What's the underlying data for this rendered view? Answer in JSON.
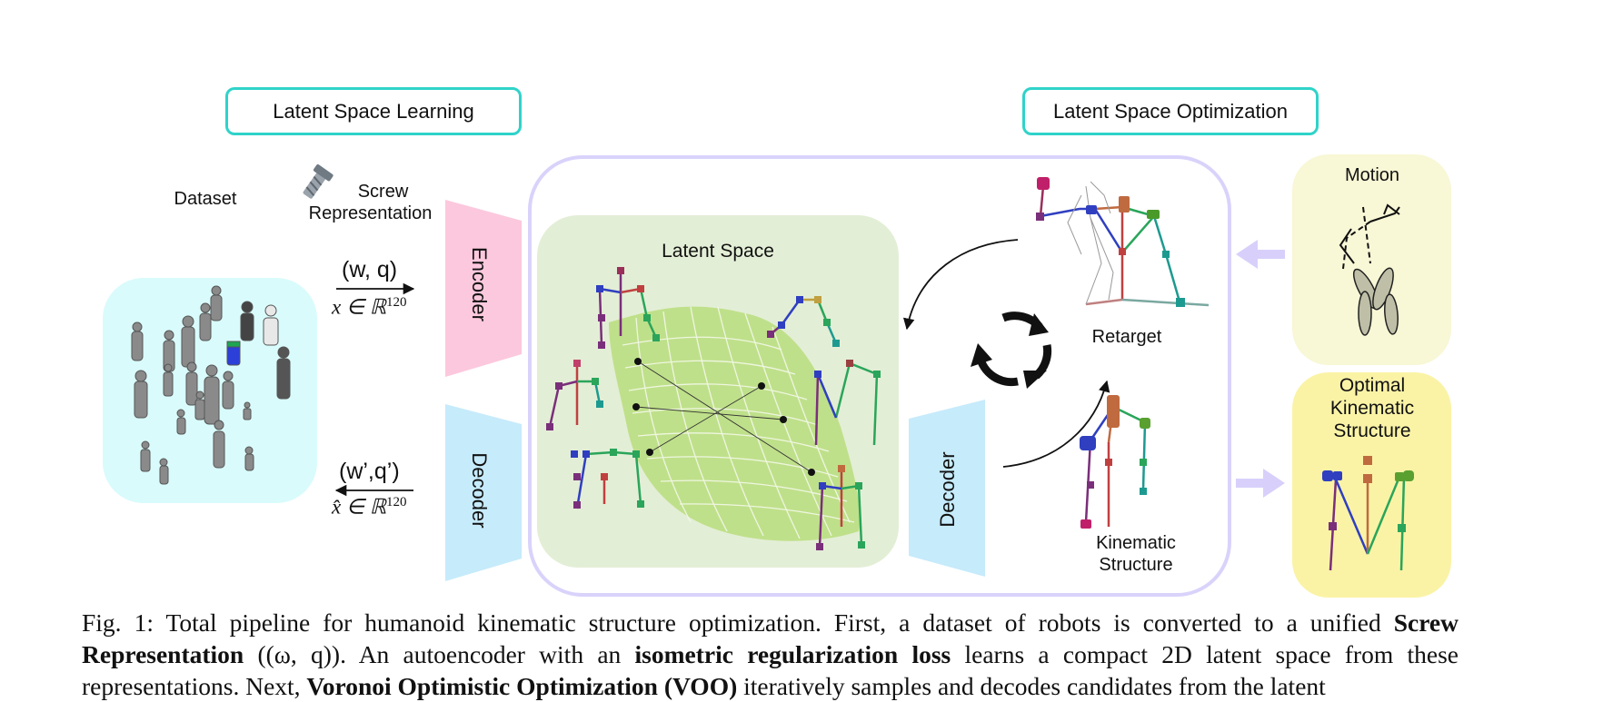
{
  "header": {
    "learning_title": "Latent Space Learning",
    "optimization_title": "Latent Space Optimization"
  },
  "left": {
    "dataset_label": "Dataset",
    "screw_label_line1": "Screw",
    "screw_label_line2": "Representation",
    "encode_pair": "(w, q)",
    "encode_space": "x ∈ ℝ",
    "encode_exp": "120",
    "decode_pair": "(w’,q’)",
    "decode_space": "x̂ ∈ ℝ",
    "decode_exp": "120",
    "encoder_label": "Encoder",
    "decoder_label": "Decoder"
  },
  "middle": {
    "latent_space_label": "Latent Space",
    "decoder_label": "Decoder",
    "retarget_label": "Retarget",
    "kinematic_line1": "Kinematic",
    "kinematic_line2": "Structure"
  },
  "right": {
    "motion_label": "Motion",
    "optimal_line1": "Optimal",
    "optimal_line2": "Kinematic",
    "optimal_line3": "Structure"
  },
  "caption": {
    "fig_label": "Fig. 1:",
    "text1": " Total pipeline for humanoid kinematic structure optimization. First, a dataset of robots is converted to a unified ",
    "bold1": "Screw Representation",
    "text2": " ((ω, q)). An autoencoder with an ",
    "bold2": "isometric regularization loss",
    "text3": " learns a compact 2D latent space from these representations. Next, ",
    "bold3": "Voronoi Optimistic Optimization (VOO)",
    "text4": " iteratively samples and decodes candidates from the latent"
  },
  "colors": {
    "teal_border": "#2fd3c9",
    "dataset_bg": "#d9fbfb",
    "encoder_pink": "#fcc8dd",
    "decoder_blue": "#c6ebfb",
    "latent_bg": "#e3eed6",
    "manifold_green": "#b9dd7c",
    "outer_lavender": "#d9d3fb",
    "motion_bg": "#f8f7d6",
    "optimal_bg": "#faf3a6",
    "arrow_lavender": "#d8d0fb"
  }
}
